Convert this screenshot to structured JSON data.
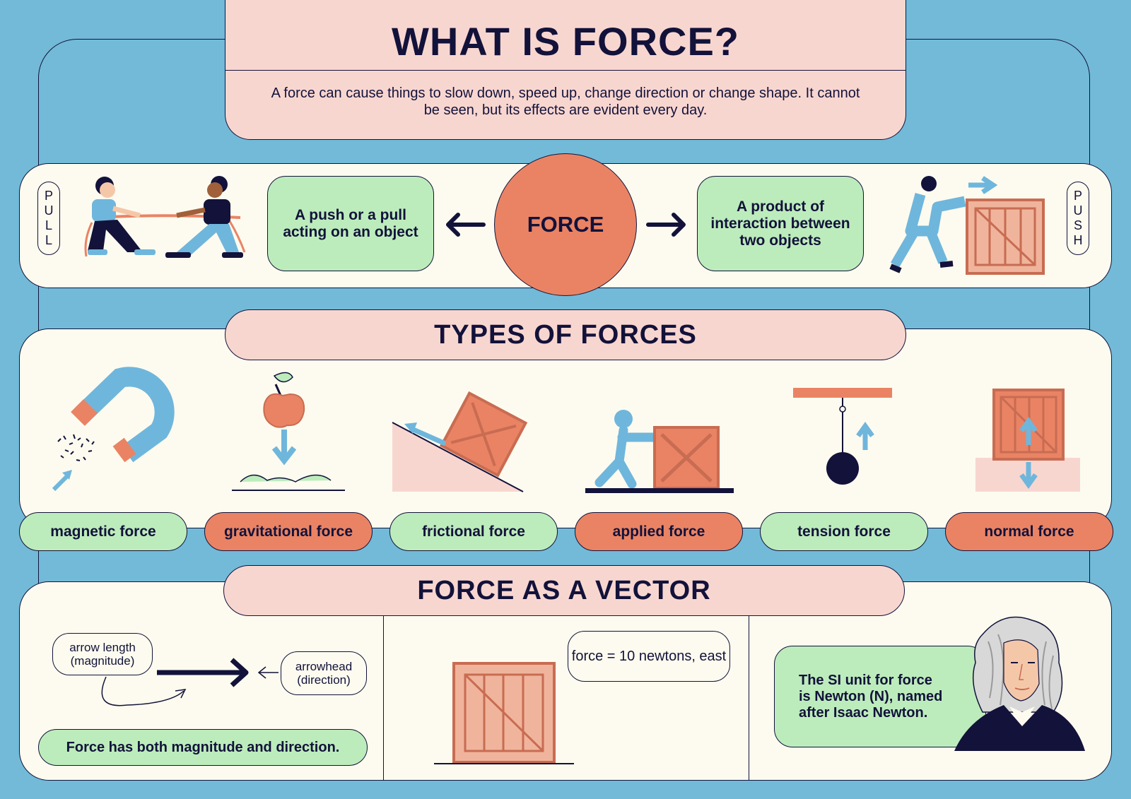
{
  "header": {
    "title": "WHAT IS FORCE?",
    "subtitle": "A force can cause things to slow down, speed up, change direction or change shape. It cannot be seen, but its effects are evident every day."
  },
  "definition": {
    "pull_label": [
      "P",
      "U",
      "L",
      "L"
    ],
    "push_label": [
      "P",
      "U",
      "S",
      "H"
    ],
    "left_box": "A push or a pull acting on an object",
    "center": "FORCE",
    "right_box": "A product of interaction between two objects"
  },
  "types": {
    "heading": "TYPES OF FORCES",
    "items": [
      {
        "label": "magnetic force",
        "color": "green"
      },
      {
        "label": "gravitational force",
        "color": "orange"
      },
      {
        "label": "frictional force",
        "color": "green"
      },
      {
        "label": "applied force",
        "color": "orange"
      },
      {
        "label": "tension force",
        "color": "green"
      },
      {
        "label": "normal force",
        "color": "orange"
      }
    ]
  },
  "vector": {
    "heading": "FORCE AS A VECTOR",
    "arrow_length_label": "arrow length (magnitude)",
    "arrowhead_label": "arrowhead (direction)",
    "magnitude_direction_note": "Force has both magnitude and direction.",
    "example": "force = 10 newtons, east",
    "si_unit_note": "The SI unit for force is Newton (N), named after Isaac Newton."
  },
  "colors": {
    "background": "#72bad8",
    "cream": "#fdfbef",
    "pink": "#f8d6d0",
    "green": "#bdecbc",
    "orange": "#ea8364",
    "navy": "#12123a",
    "blue": "#6fb6dc",
    "crate": "#f0b49c"
  }
}
